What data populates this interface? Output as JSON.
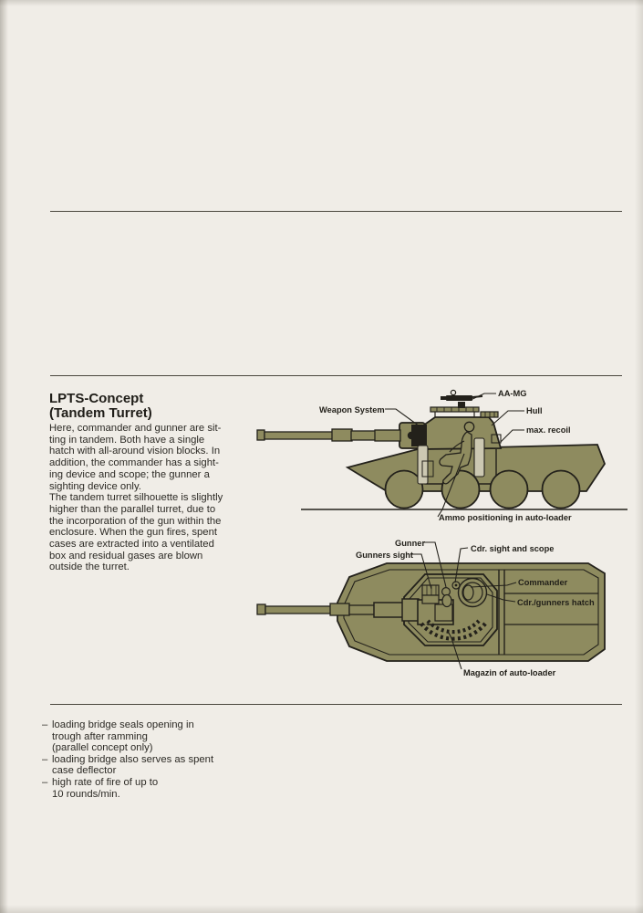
{
  "document": {
    "heading": {
      "line1": "LPTS-Concept",
      "line2": "(Tandem Turret)"
    },
    "body_text": "Here, commander and gunner are sit-\nting in tandem. Both have a single\nhatch with all-around vision blocks. In\naddition, the commander has a sight-\ning device and scope; the gunner a\nsighting device only.\nThe tandem turret silhouette is slightly\nhigher than the parallel turret, due to\nthe incorporation of the gun within the\nenclosure. When the gun fires, spent\ncases are extracted into a ventilated\nbox and residual gases are blown\noutside the turret.",
    "bullets": [
      {
        "marker": "–",
        "text": "loading bridge seals opening in\ntrough after ramming\n(parallel concept only)"
      },
      {
        "marker": "–",
        "text": "loading bridge also serves as spent\ncase deflector"
      },
      {
        "marker": "–",
        "text": "high rate of fire of up to\n10 rounds/min."
      }
    ]
  },
  "side_view": {
    "labels": {
      "aa_mg": "AA-MG",
      "weapon_system": "Weapon System",
      "hull": "Hull",
      "max_recoil": "max. recoil",
      "ammo_positioning": "Ammo positioning in auto-loader"
    }
  },
  "top_view": {
    "labels": {
      "gunner": "Gunner",
      "gunners_sight": "Gunners sight",
      "cdr_sight_scope": "Cdr. sight and scope",
      "commander": "Commander",
      "cdr_gunners_hatch": "Cdr./gunners hatch",
      "magazin": "Magazin of auto-loader"
    }
  },
  "colors": {
    "paper": "#f0ede7",
    "olive": "#8e8b5f",
    "ink": "#23211b"
  }
}
